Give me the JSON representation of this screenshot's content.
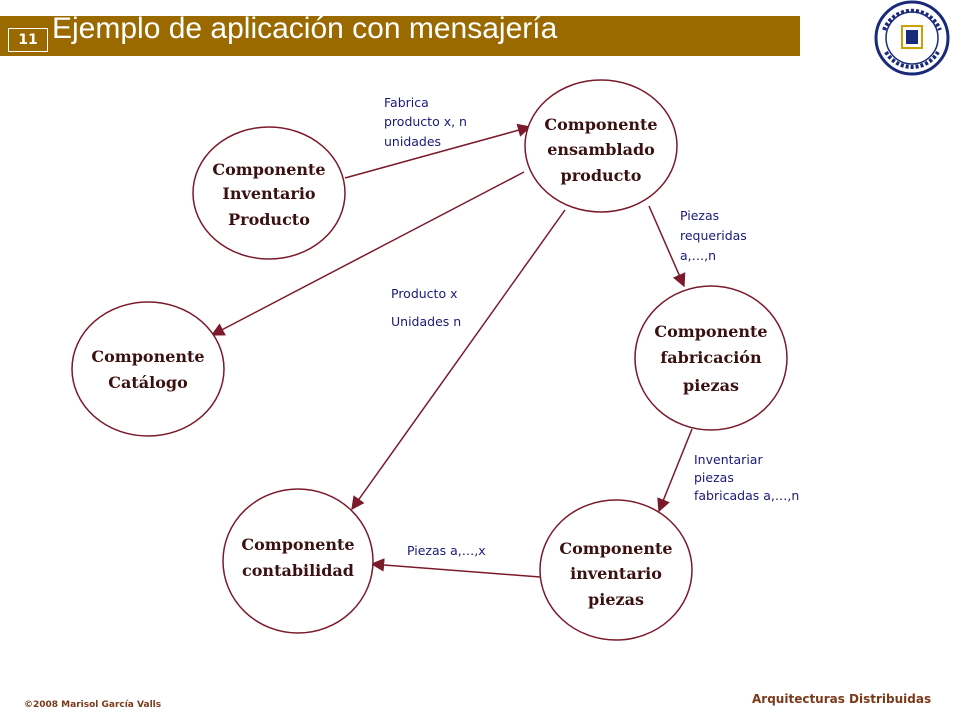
{
  "header": {
    "slide_number": "11",
    "title": "Ejemplo de aplicación con mensajería"
  },
  "logo": {
    "text_top": "UNIVERSIDAD",
    "text_bottom": "CARLOS III DE MADRID"
  },
  "colors": {
    "title_bar": "#9a6a00",
    "node_stroke": "#7a1a2a",
    "edge_stroke": "#7a1a2a",
    "edge_label": "#1a1a7a",
    "footer": "#7a3a1a"
  },
  "nodes": {
    "inventario_producto": [
      "Componente",
      "Inventario",
      "Producto"
    ],
    "ensamblado": [
      "Componente",
      "ensamblado",
      "producto"
    ],
    "catalogo": [
      "Componente",
      "Catálogo"
    ],
    "fabricacion": [
      "Componente",
      "fabricación",
      "piezas"
    ],
    "contabilidad": [
      "Componente",
      "contabilidad"
    ],
    "inventario_piezas": [
      "Componente",
      "inventario",
      "piezas"
    ]
  },
  "edges": {
    "fabrica": [
      "Fabrica",
      "producto x, n",
      "unidades"
    ],
    "piezas_requeridas": [
      "Piezas",
      "requeridas",
      "a,…,n"
    ],
    "producto_x": [
      "Producto x",
      "Unidades n"
    ],
    "inventariar": [
      "Inventariar",
      "piezas",
      "fabricadas a,…,n"
    ],
    "piezas_ax": [
      "Piezas a,…,x"
    ]
  },
  "footer": {
    "left": "©2008  Marisol García Valls",
    "right": "Arquitecturas  Distribuidas"
  }
}
